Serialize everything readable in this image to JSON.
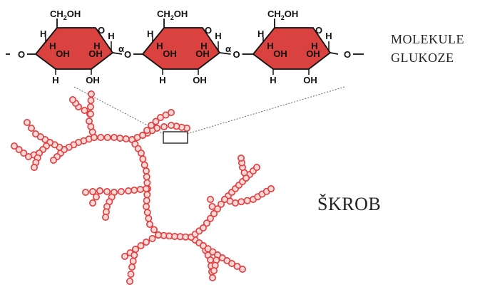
{
  "labels": {
    "molecules_line1": "MOLEKULE",
    "molecules_line2": "GLUKOZE",
    "starch": "ŠKROB"
  },
  "chem": {
    "ch2oh": "CH",
    "ch2oh_sub": "2",
    "ch2oh_tail": "OH",
    "h": "H",
    "oh": "OH",
    "ring_o": "O",
    "link_o": "O",
    "alpha": "α",
    "bond": "–O–"
  },
  "colors": {
    "ring_fill": "#d9423f",
    "bead": "#e23b3b",
    "bead_fill": "#ffd8d8",
    "zoom_lines": "#555555"
  }
}
